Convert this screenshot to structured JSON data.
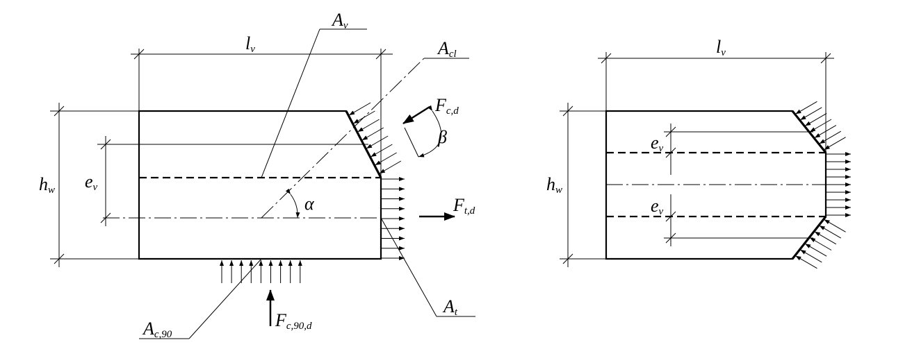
{
  "left_figure": {
    "dims": {
      "lv": {
        "main": "l",
        "sub": "v"
      },
      "hw": {
        "main": "h",
        "sub": "w"
      },
      "ev": {
        "main": "e",
        "sub": "v"
      }
    },
    "labels": {
      "Av": {
        "main": "A",
        "sub": "v"
      },
      "Acl": {
        "main": "A",
        "sub": "cl"
      },
      "Fcd": {
        "main": "F",
        "sub": "c,d"
      },
      "beta": "β",
      "alpha": "α",
      "Ftd": {
        "main": "F",
        "sub": "t,d"
      },
      "At": {
        "main": "A",
        "sub": "t"
      },
      "Ac90": {
        "main": "A",
        "sub": "c,90"
      },
      "Fc90d": {
        "main": "F",
        "sub": "c,90,d"
      }
    }
  },
  "right_figure": {
    "dims": {
      "lv": {
        "main": "l",
        "sub": "v"
      },
      "hw": {
        "main": "h",
        "sub": "w"
      },
      "ev_top": {
        "main": "e",
        "sub": "v"
      },
      "ev_bottom": {
        "main": "e",
        "sub": "v"
      }
    }
  }
}
